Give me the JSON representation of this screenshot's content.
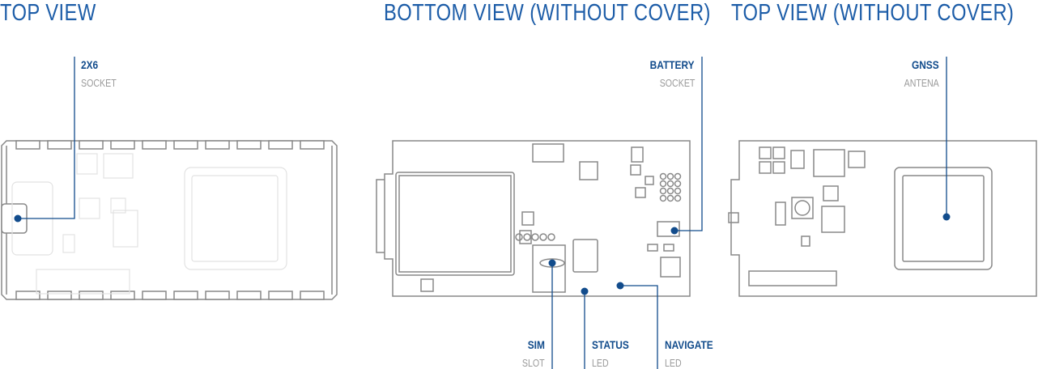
{
  "titles": {
    "top_view": "TOP VIEW",
    "bottom_view": "BOTTOM VIEW (WITHOUT COVER)",
    "top_view_no_cover": "TOP VIEW (WITHOUT COVER)"
  },
  "callouts": {
    "socket_2x6": {
      "main": "2X6",
      "sub": "SOCKET"
    },
    "battery": {
      "main": "BATTERY",
      "sub": "SOCKET"
    },
    "gnss": {
      "main": "GNSS",
      "sub": "ANTENA"
    },
    "sim": {
      "main": "SIM",
      "sub": "SLOT"
    },
    "status": {
      "main": "STATUS",
      "sub": "LED"
    },
    "navigate": {
      "main": "NAVIGATE",
      "sub": "LED"
    }
  },
  "colors": {
    "title": "#1d5da8",
    "callout": "#124c8c",
    "outline": "#888888",
    "faint": "#e2e2e2"
  }
}
